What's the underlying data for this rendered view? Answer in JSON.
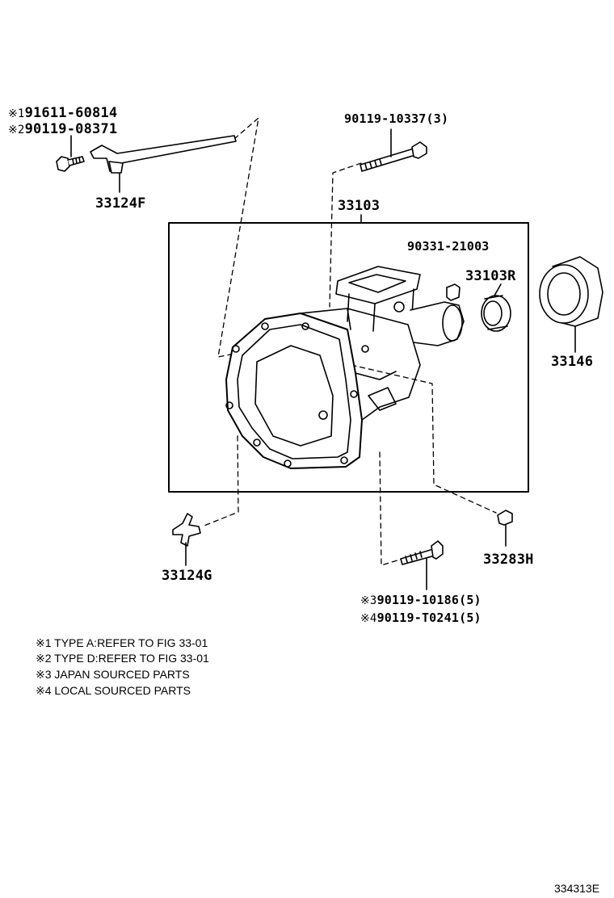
{
  "parts": {
    "bolt_top_left": {
      "mark1": "※1",
      "no1": "91611-60814",
      "mark2": "※2",
      "no2": "90119-08371"
    },
    "clamp": "33124F",
    "bolt_top_right": "90119-10337(3)",
    "case": "33103",
    "plug": "90331-21003",
    "seal": "33103R",
    "sleeve": "33146",
    "clip": "33124G",
    "breather": "33283H",
    "bolt_bottom": {
      "mark3": "※3",
      "no3": "90119-10186(5)",
      "mark4": "※4",
      "no4": "90119-T0241(5)"
    }
  },
  "notes": [
    "※1 TYPE A:REFER TO FIG 33-01",
    "※2 TYPE D:REFER TO FIG 33-01",
    "※3 JAPAN SOURCED PARTS",
    "※4 LOCAL SOURCED PARTS"
  ],
  "figure_id": "334313E"
}
